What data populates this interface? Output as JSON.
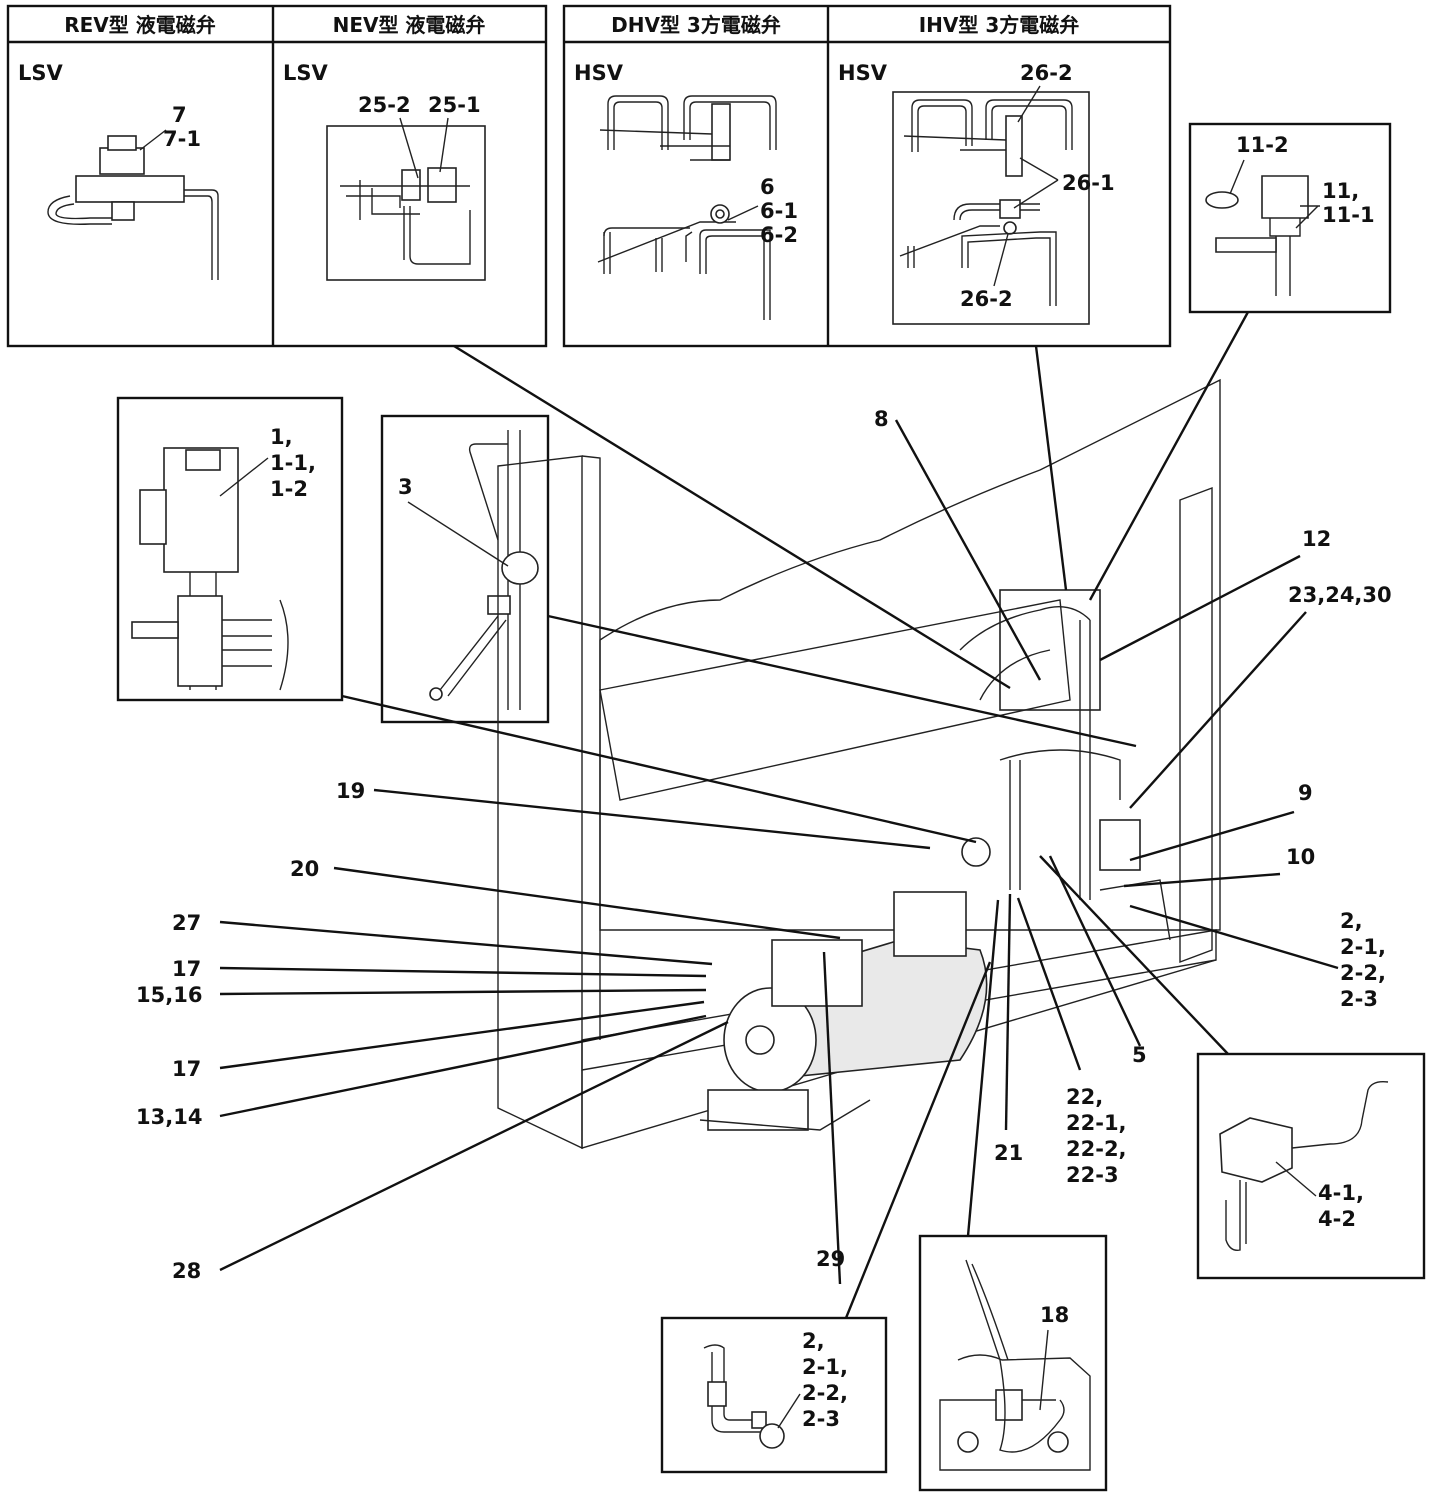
{
  "valve_table": {
    "left": {
      "headers": [
        "REV型 液電磁弁",
        "NEV型 液電磁弁"
      ],
      "sublabels": [
        "LSV",
        "LSV"
      ]
    },
    "right": {
      "headers": [
        "DHV型 3方電磁弁",
        "IHV型 3方電磁弁"
      ],
      "sublabels": [
        "HSV",
        "HSV"
      ]
    }
  },
  "inset_labels": {
    "rev": [
      "7",
      "7-1"
    ],
    "nev": [
      "25-2",
      "25-1"
    ],
    "dhv": [
      "6",
      "6-1",
      "6-2"
    ],
    "ihv_top": "26-2",
    "ihv_mid": "26-1",
    "ihv_bottom": "26-2",
    "exp_valve": [
      "11-2",
      "11,",
      "11-1"
    ],
    "solenoid": [
      "1,",
      "1-1,",
      "1-2"
    ],
    "sight_glass": "3",
    "coil": [
      "4-1,",
      "4-2"
    ],
    "sensor": [
      "2,",
      "2-1,",
      "2-2,",
      "2-3"
    ],
    "heater": "18"
  },
  "callouts": {
    "c8": "8",
    "c12": "12",
    "c23": "23,24,30",
    "c9": "9",
    "c10": "10",
    "c2": [
      "2,",
      "2-1,",
      "2-2,",
      "2-3"
    ],
    "c19": "19",
    "c20": "20",
    "c27": "27",
    "c17a": "17",
    "c1516": "15,16",
    "c17b": "17",
    "c1314": "13,14",
    "c28": "28",
    "c29": "29",
    "c21": "21",
    "c22": [
      "22,",
      "22-1,",
      "22-2,",
      "22-3"
    ],
    "c5": "5"
  }
}
